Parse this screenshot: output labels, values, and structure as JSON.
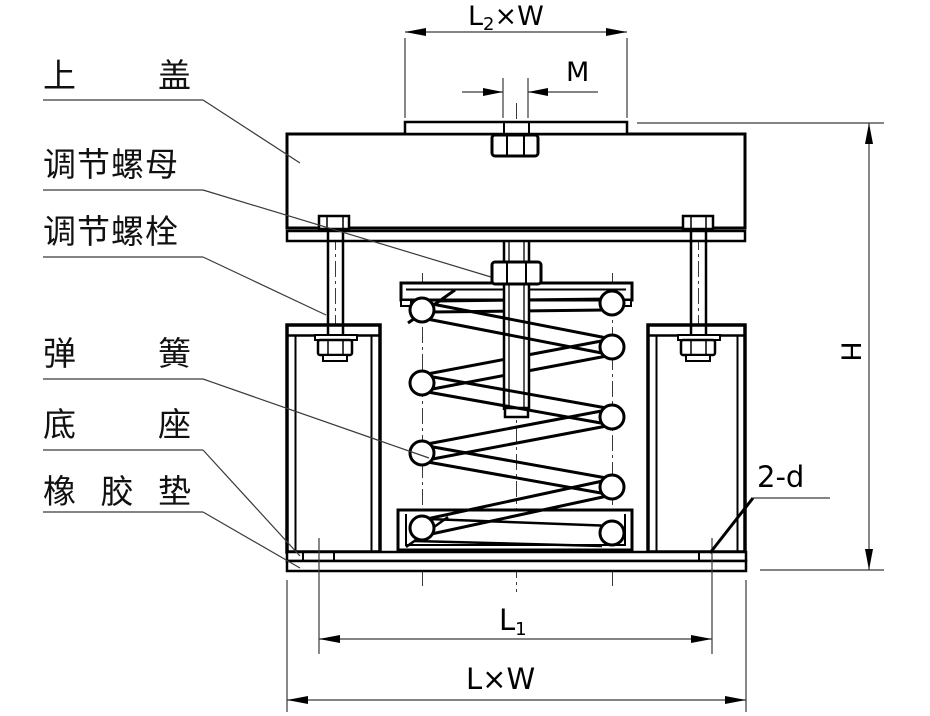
{
  "drawing": {
    "type": "spring-vibration-isolator-section",
    "line_color": "#000000",
    "thin_line_color": "#3a3a3a",
    "background": "#ffffff"
  },
  "parts": {
    "top_cover": {
      "label": "上盖",
      "chars": [
        "上",
        "盖"
      ]
    },
    "adjust_nut": {
      "label": "调节螺母"
    },
    "adjust_bolt": {
      "label": "调节螺栓"
    },
    "spring": {
      "label": "弹簧",
      "chars": [
        "弹",
        "簧"
      ]
    },
    "base": {
      "label": "底座",
      "chars": [
        "底",
        "座"
      ]
    },
    "rubber_pad": {
      "label": "橡胶垫",
      "chars": [
        "橡",
        "胶",
        "垫"
      ]
    }
  },
  "dims": {
    "top_plate": {
      "main": "L",
      "sub": "2",
      "rest": "×W"
    },
    "bolt_size": {
      "text": "M"
    },
    "hole_span": {
      "main": "L",
      "sub": "1",
      "rest": ""
    },
    "base_plate": {
      "text": "L×W"
    },
    "height": {
      "text": "H"
    },
    "holes": {
      "text": "2-d"
    }
  }
}
